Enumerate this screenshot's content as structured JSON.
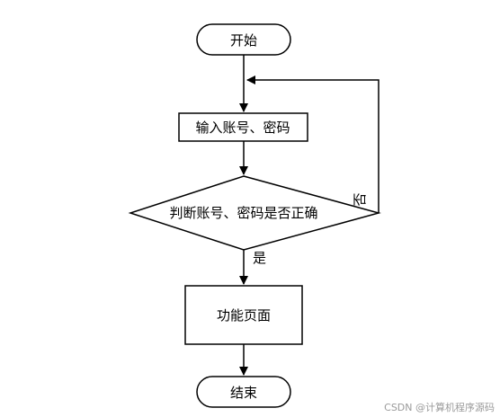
{
  "flowchart": {
    "start_label": "开始",
    "input_label": "输入账号、密码",
    "decision_label": "判断账号、密码是否正确",
    "no_label": "否",
    "yes_label": "是",
    "function_label": "功能页面",
    "end_label": "结束"
  },
  "watermark": "CSDN @计算机程序源码",
  "colors": {
    "stroke": "#000000",
    "background": "#ffffff",
    "watermark": "#9a9a9a"
  }
}
